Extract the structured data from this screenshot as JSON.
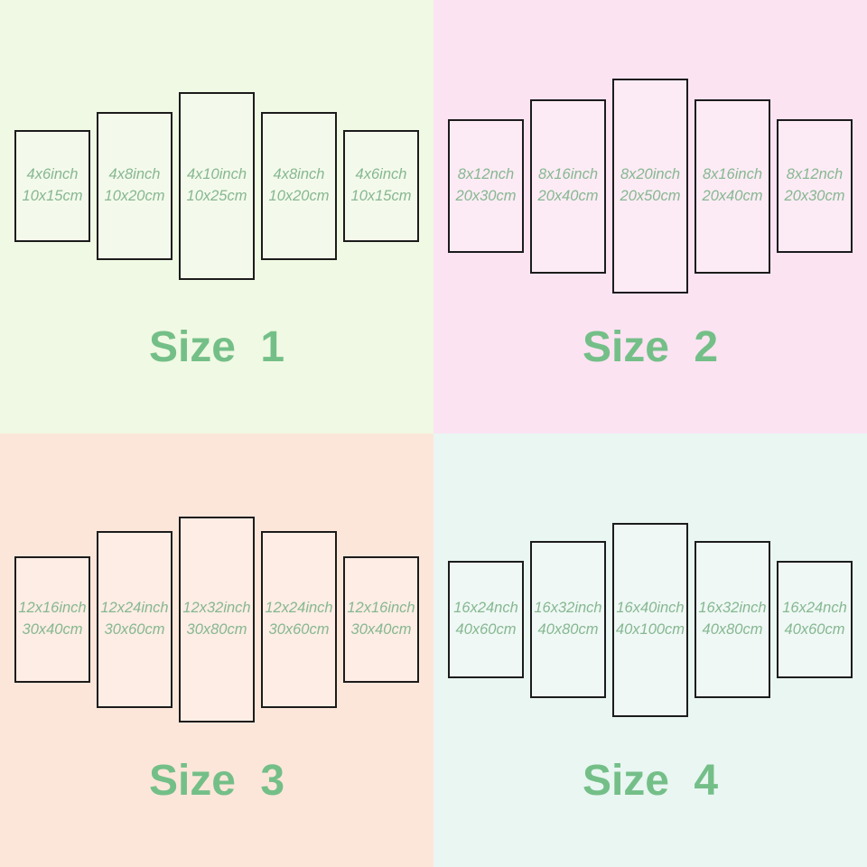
{
  "colors": {
    "label_green": "#86b791",
    "title_green": "#74bf88",
    "panel_border": "#1c1c1c",
    "size1_bg": "#f0f9e3",
    "size2_bg": "#fbe3f2",
    "size3_bg": "#fce6da",
    "size4_bg": "#e9f6f2"
  },
  "quadrants": [
    {
      "title": "Size 1",
      "bg": "#f0f9e3",
      "panels": [
        {
          "inch": "4x6inch",
          "cm": "10x15cm"
        },
        {
          "inch": "4x8inch",
          "cm": "10x20cm"
        },
        {
          "inch": "4x10inch",
          "cm": "10x25cm"
        },
        {
          "inch": "4x8inch",
          "cm": "10x20cm"
        },
        {
          "inch": "4x6inch",
          "cm": "10x15cm"
        }
      ]
    },
    {
      "title": "Size 2",
      "bg": "#fbe3f2",
      "panels": [
        {
          "inch": "8x12nch",
          "cm": "20x30cm"
        },
        {
          "inch": "8x16inch",
          "cm": "20x40cm"
        },
        {
          "inch": "8x20inch",
          "cm": "20x50cm"
        },
        {
          "inch": "8x16inch",
          "cm": "20x40cm"
        },
        {
          "inch": "8x12nch",
          "cm": "20x30cm"
        }
      ]
    },
    {
      "title": "Size 3",
      "bg": "#fce6da",
      "panels": [
        {
          "inch": "12x16inch",
          "cm": "30x40cm"
        },
        {
          "inch": "12x24inch",
          "cm": "30x60cm"
        },
        {
          "inch": "12x32inch",
          "cm": "30x80cm"
        },
        {
          "inch": "12x24inch",
          "cm": "30x60cm"
        },
        {
          "inch": "12x16inch",
          "cm": "30x40cm"
        }
      ]
    },
    {
      "title": "Size 4",
      "bg": "#e9f6f2",
      "panels": [
        {
          "inch": "16x24nch",
          "cm": "40x60cm"
        },
        {
          "inch": "16x32inch",
          "cm": "40x80cm"
        },
        {
          "inch": "16x40inch",
          "cm": "40x100cm"
        },
        {
          "inch": "16x32inch",
          "cm": "40x80cm"
        },
        {
          "inch": "16x24nch",
          "cm": "40x60cm"
        }
      ]
    }
  ]
}
